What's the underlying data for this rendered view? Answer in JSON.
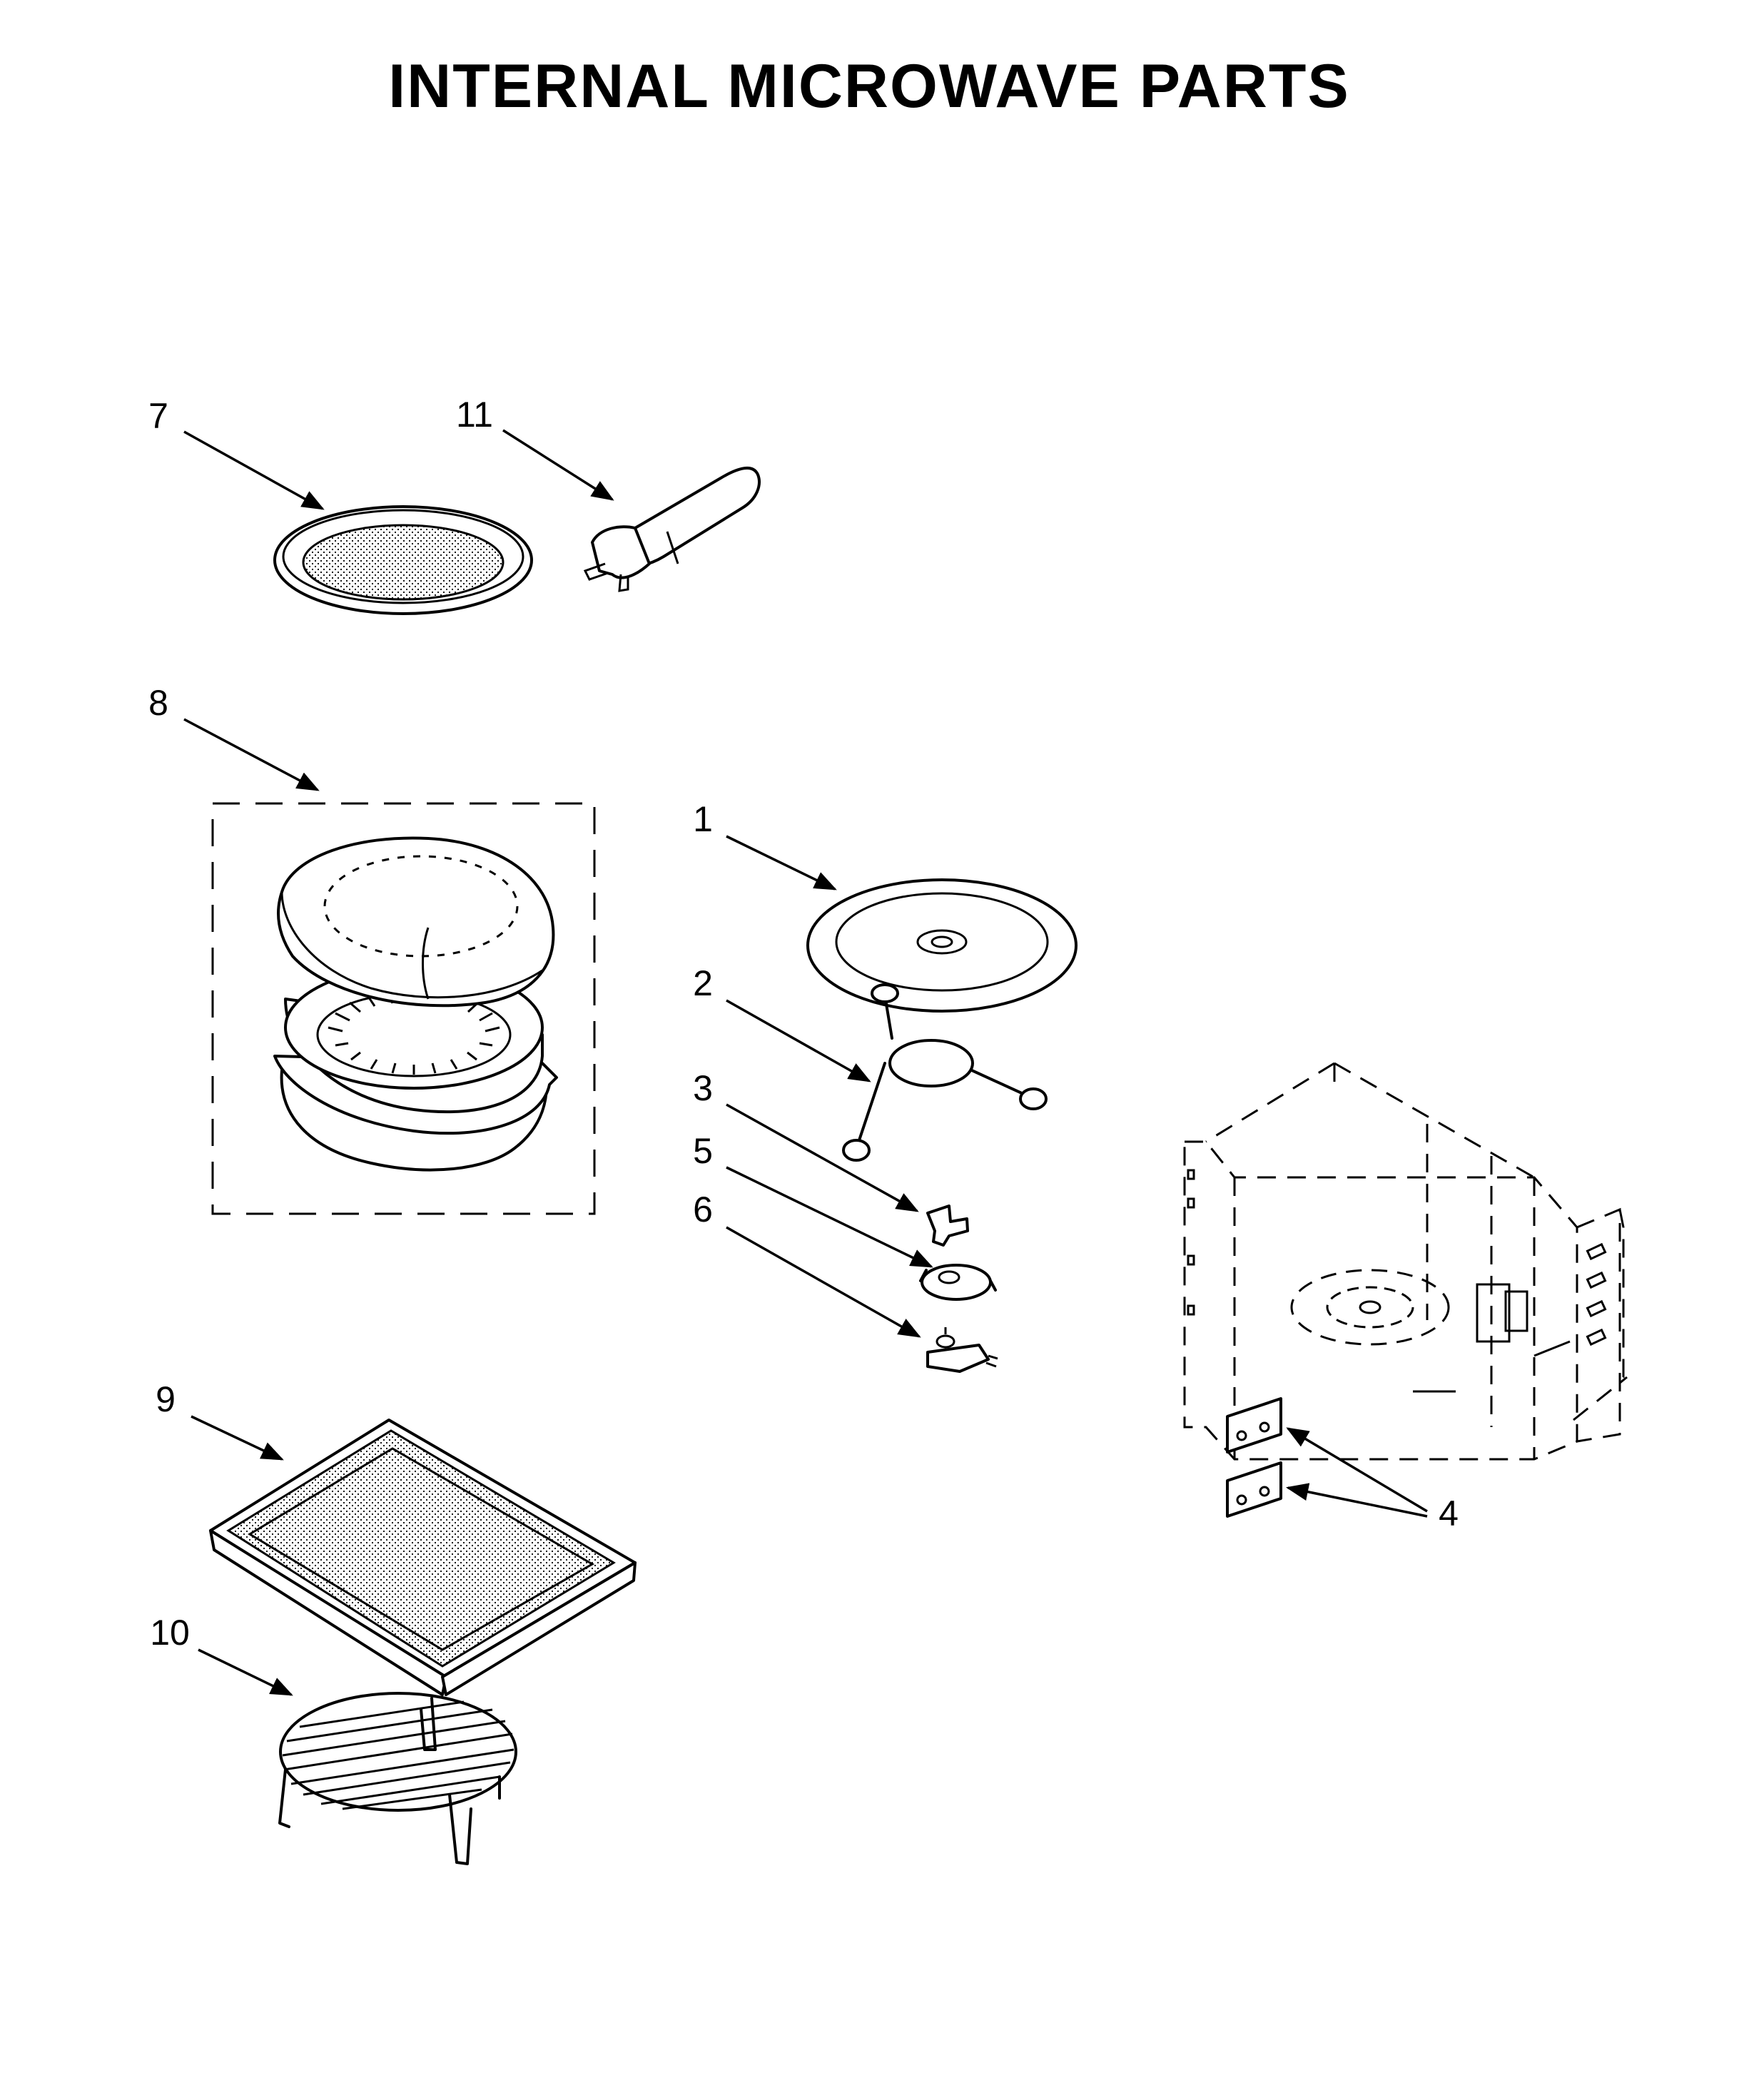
{
  "title": "INTERNAL MICROWAVE PARTS",
  "callouts": {
    "c1": "1",
    "c2": "2",
    "c3": "3",
    "c4": "4",
    "c5": "5",
    "c6": "6",
    "c7": "7",
    "c8": "8",
    "c9": "9",
    "c10": "10",
    "c11": "11"
  }
}
